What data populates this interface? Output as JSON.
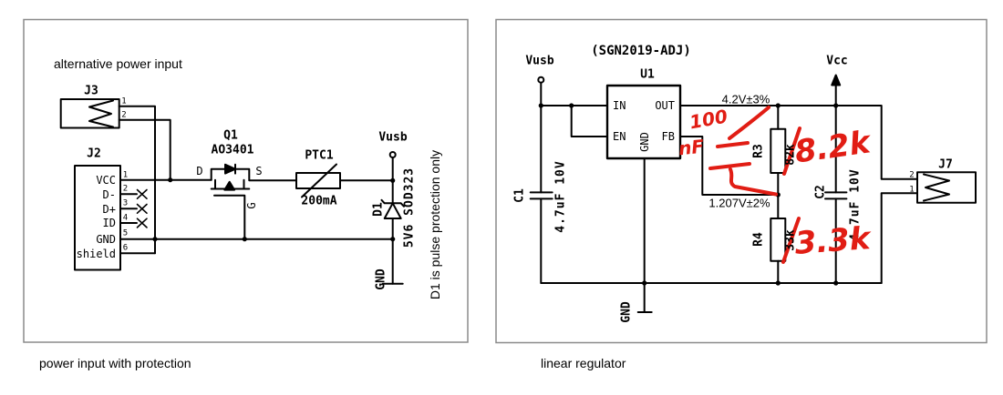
{
  "colors": {
    "line_black": "#000000",
    "annotation_red": "#e11d14",
    "panel_border": "#8a8a8a",
    "background": "#ffffff"
  },
  "left_panel": {
    "caption": "power input with protection",
    "heading": "alternative power input",
    "side_note": "D1 is pulse protection only",
    "net_labels": {
      "vusb": "Vusb",
      "gnd": "GND"
    },
    "j3": {
      "ref": "J3",
      "pin_numbers": [
        "1",
        "2"
      ]
    },
    "j2": {
      "ref": "J2",
      "pin_names": [
        "VCC",
        "D-",
        "D+",
        "ID",
        "GND",
        "shield"
      ],
      "pin_numbers": [
        "1",
        "2",
        "3",
        "4",
        "5",
        "6"
      ]
    },
    "q1": {
      "ref": "Q1",
      "value": "AO3401",
      "pin_d": "D",
      "pin_s": "S",
      "pin_g": "G"
    },
    "ptc1": {
      "ref": "PTC1",
      "value": "200mA"
    },
    "d1": {
      "ref": "D1",
      "value": "5V6 SOD323"
    }
  },
  "right_panel": {
    "caption": "linear regulator",
    "part_note": "(SGN2019-ADJ)",
    "net_labels": {
      "vusb": "Vusb",
      "vcc": "Vcc",
      "gnd": "GND"
    },
    "u1": {
      "ref": "U1",
      "pin_in": "IN",
      "pin_out": "OUT",
      "pin_en": "EN",
      "pin_fb": "FB",
      "pin_gnd": "GND"
    },
    "c1": {
      "ref": "C1",
      "value": "4.7uF 10V"
    },
    "c2": {
      "ref": "C2",
      "value": "4.7uF 10V"
    },
    "r3": {
      "ref": "R3",
      "value": "82k"
    },
    "r4": {
      "ref": "R4",
      "value": "33k"
    },
    "j7": {
      "ref": "J7",
      "pin_numbers": [
        "2",
        "1"
      ]
    },
    "voltage_labels": {
      "out": "4.2V±3%",
      "fb": "1.207V±2%"
    },
    "handwritten": {
      "cap_line1": "100",
      "cap_line2": "nF",
      "r3_corrected": "8.2k",
      "r4_corrected": "3.3k"
    }
  }
}
